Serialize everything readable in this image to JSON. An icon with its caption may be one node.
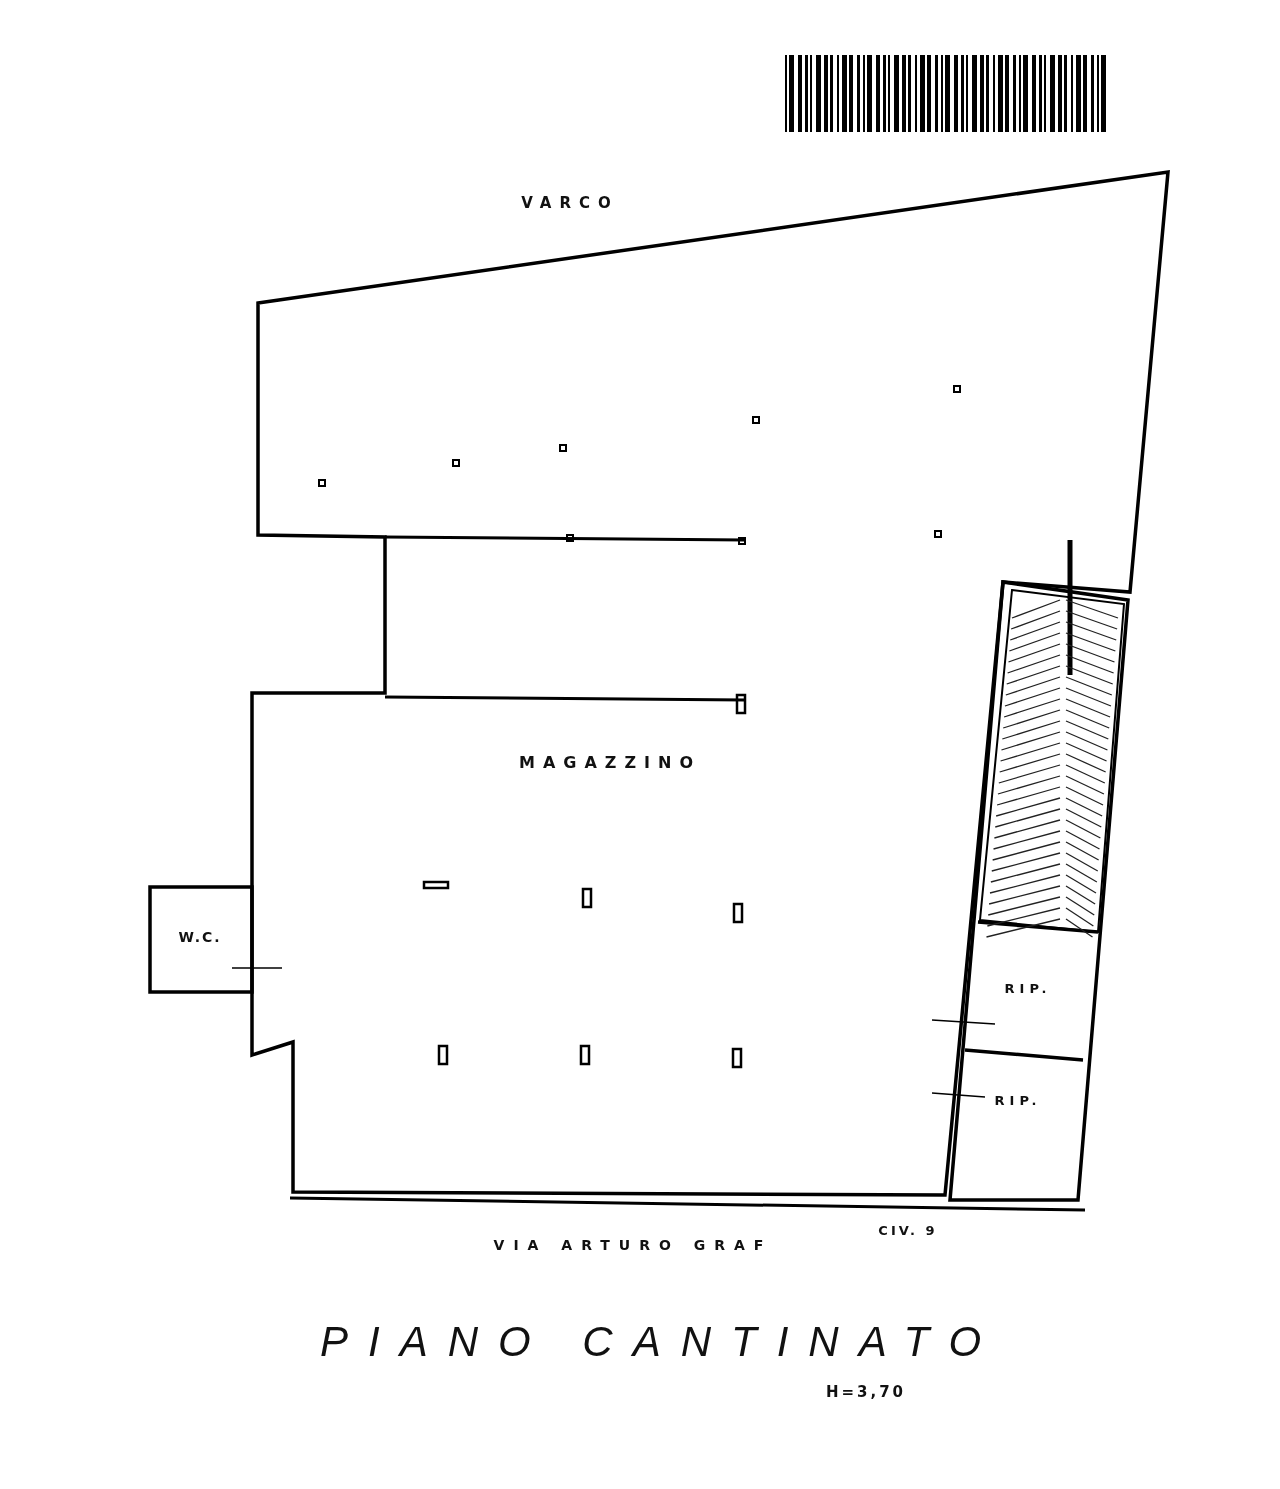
{
  "diagram": {
    "title": "PIANO CANTINATO",
    "labels": [
      "VARCO",
      "MAGAZZINO",
      "W.C.",
      "RIP.",
      "RIP.",
      "VIA ARTURO GRAF",
      "CIV. 9",
      "H=3,70"
    ]
  }
}
